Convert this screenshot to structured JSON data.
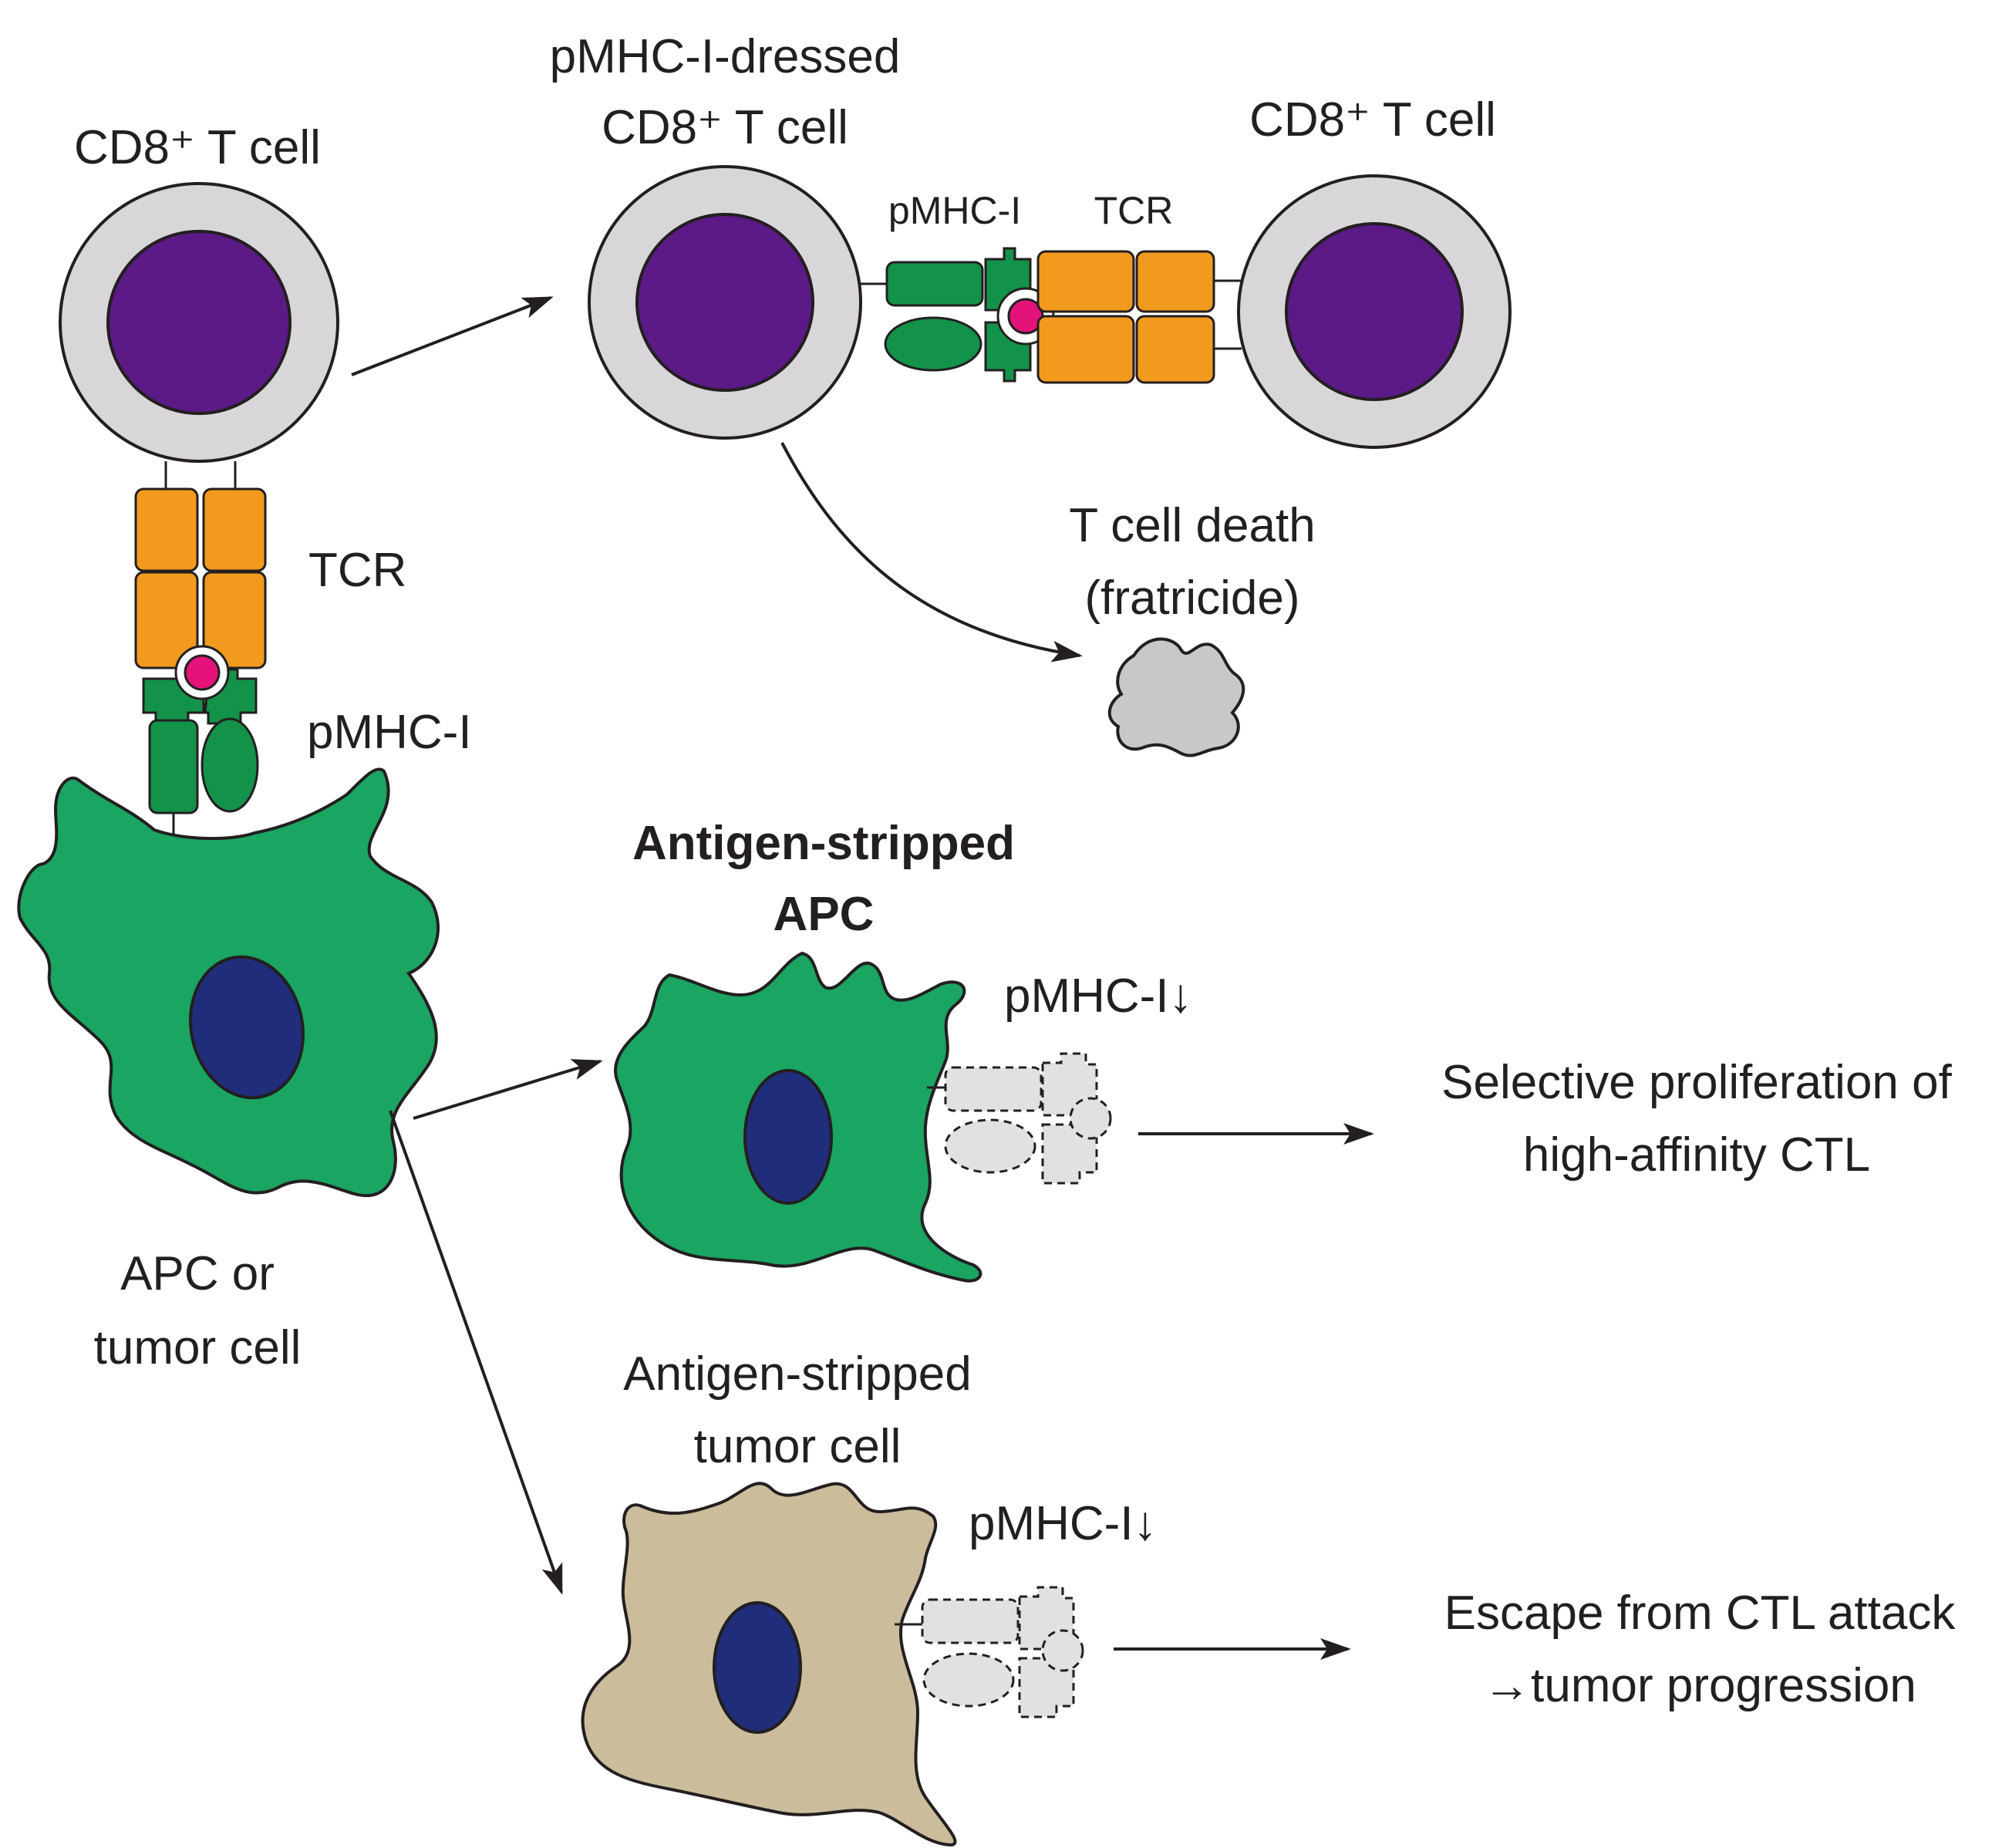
{
  "labels": {
    "cd8_top_left": "CD8⁺ T cell",
    "dressed_line1": "pMHC-I-dressed",
    "dressed_line2": "CD8⁺ T cell",
    "cd8_top_right": "CD8⁺ T cell",
    "pmhc_small": "pMHC-I",
    "tcr_small": "TCR",
    "tcr_left": "TCR",
    "pmhc_left": "pMHC-I",
    "tcell_death_line1": "T cell death",
    "tcell_death_line2": "(fratricide)",
    "stripped_apc_line1": "Antigen-stripped",
    "stripped_apc_line2": "APC",
    "pmhc_down_apc": "pMHC-I↓",
    "apc_or_tumor_line1": "APC or",
    "apc_or_tumor_line2": "tumor cell",
    "outcome_apc_line1": "Selective proliferation of",
    "outcome_apc_line2": "high-affinity CTL",
    "stripped_tumor_line1": "Antigen-stripped",
    "stripped_tumor_line2": "tumor cell",
    "pmhc_down_tumor": "pMHC-I↓",
    "outcome_tumor_line1": "Escape from CTL attack",
    "outcome_tumor_line2": "→tumor progression"
  },
  "colors": {
    "membrane": "#d9d6d9",
    "t_cell_nucleus": "#5b1a85",
    "nucleus": "#1f2d7a",
    "tcr": "#f29a1d",
    "mhc": "#13924a",
    "apc": "#1aa562",
    "tumor_cell": "#cbbd9c",
    "peptide": "#e3137a",
    "dead_cell": "#c8c8c8",
    "stripped_pmhc": "#e1e1e1"
  }
}
